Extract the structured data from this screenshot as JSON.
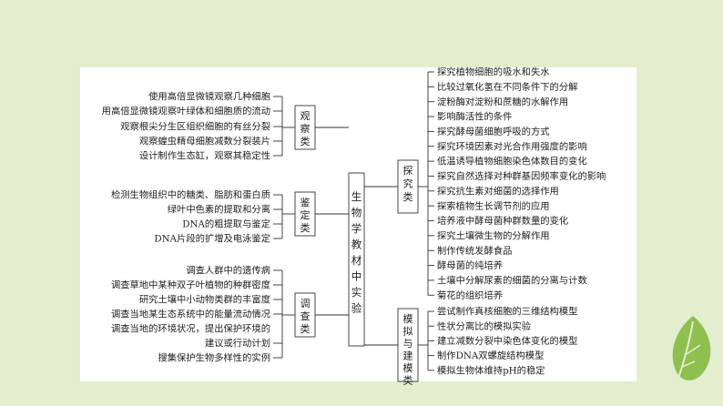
{
  "center": "生物学教材中实验",
  "left_categories": [
    {
      "name": "观察类",
      "items": [
        "使用高倍显微镜观察几种细胞",
        "用高倍显微镜观察叶绿体和细胞质的流动",
        "观察根尖分生区组织细胞的有丝分裂",
        "观察蝗虫精母细胞减数分裂装片",
        "设计制作生态缸，观察其稳定性"
      ]
    },
    {
      "name": "鉴定类",
      "items": [
        "检测生物组织中的糖类、脂肪和蛋白质",
        "绿叶中色素的提取和分离",
        "DNA的粗提取与鉴定",
        "DNA片段的扩增及电泳鉴定"
      ]
    },
    {
      "name": "调查类",
      "items": [
        "调查人群中的遗传病",
        "调查草地中某种双子叶植物的种群密度",
        "研究土壤中小动物类群的丰富度",
        "调查当地某生态系统中的能量流动情况",
        "调查当地的环境状况，提出保护环境的",
        "建议或行动计划",
        "搜集保护生物多样性的实例"
      ]
    }
  ],
  "right_categories": [
    {
      "name": "探究类",
      "items": [
        "探究植物细胞的吸水和失水",
        "比较过氧化氢在不同条件下的分解",
        "淀粉酶对淀粉和蔗糖的水解作用",
        "影响酶活性的条件",
        "探究酵母菌细胞呼吸的方式",
        "探究环境因素对光合作用强度的影响",
        "低温诱导植物细胞染色体数目的变化",
        "探究自然选择对种群基因频率变化的影响",
        "探究抗生素对细菌的选择作用",
        "探索植物生长调节剂的应用",
        "培养液中酵母菌种群数量的变化",
        "探究土壤微生物的分解作用",
        "制作传统发酵食品",
        "酵母菌的纯培养",
        "土壤中分解尿素的细菌的分离与计数",
        "菊花的组织培养"
      ]
    },
    {
      "name": "模拟与建模类",
      "items": [
        "尝试制作真核细胞的三维结构模型",
        "性状分离比的模拟实验",
        "建立减数分裂中染色体变化的模型",
        "制作DNA双螺旋结构模型",
        "模拟生物体维持pH的稳定"
      ]
    }
  ],
  "colors": {
    "background": "#e3eecf",
    "panel": "#ffffff",
    "leaf": "#8fbf4f"
  }
}
